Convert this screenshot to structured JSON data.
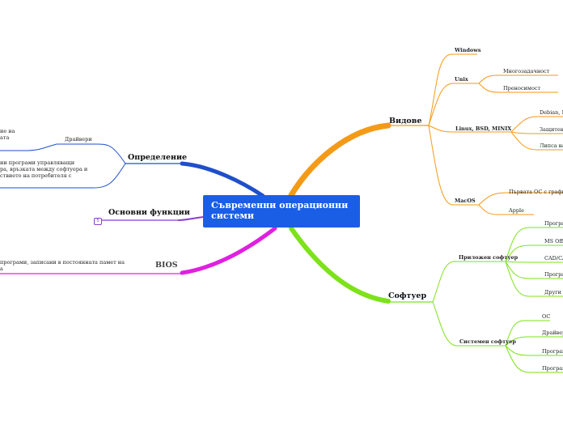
{
  "title": "Съвременни операционни системи",
  "branches": {
    "vidove": {
      "label": "Видове",
      "color": "#f59a17",
      "items": {
        "windows": "Windows",
        "unix": "Unix",
        "unix_multitask": "Многозадачност",
        "unix_portable": "Преносимост",
        "linux": "Linux, BSD, MINIX",
        "linux_debian": "Debian, M",
        "linux_security": "Защитен",
        "linux_missing": "Липса на",
        "macos": "MacOS",
        "macos_first": "Първата ОС с графич",
        "macos_apple": "Apple"
      }
    },
    "softuer": {
      "label": "Софтуер",
      "color": "#7de21a",
      "items": {
        "app": "Приложен софтуер",
        "app_1": "Програ",
        "app_2": "MS Offi",
        "app_3": "CAD/CA",
        "app_4": "Програ",
        "app_5": "Други",
        "sys": "Системен софтуер",
        "sys_1": "ОС",
        "sys_2": "Драйвер",
        "sys_3": "Програм",
        "sys_4": "Програм"
      }
    },
    "definition": {
      "label": "Определение",
      "color": "#1f4fc9",
      "items": {
        "drivers": "Драйвери",
        "drivers_note": "ие на\nата",
        "def_note": "ии програми управляващи\nра, връзката между софтуера и\nствието на потребителя с"
      }
    },
    "functions": {
      "label": "Основни функции",
      "color": "#8a3fd1",
      "badge": "5"
    },
    "bios": {
      "label": "BIOS",
      "color": "#e01fe0",
      "items": {
        "note": "програми, записани в постоянната памет на\nа"
      }
    }
  }
}
